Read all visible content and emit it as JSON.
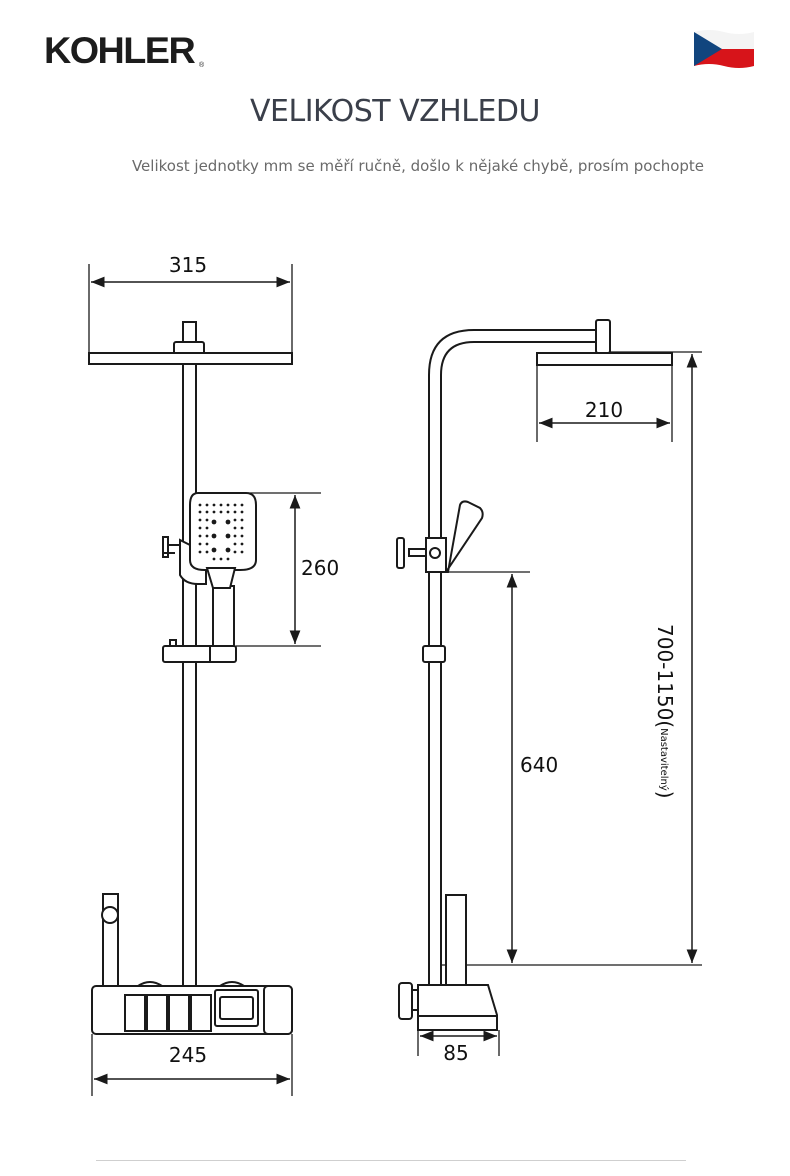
{
  "header": {
    "logo_text": "KOHLER",
    "logo_reg": "®",
    "flag_icon": "czech-flag-icon",
    "title": "VELIKOST VZHLEDU",
    "subtitle": "Velikost jednotky mm se měří ručně, došlo k nějaké chybě, prosím pochopte"
  },
  "dimensions": {
    "front_top_width": "315",
    "hand_shower_height": "260",
    "front_bottom_width": "245",
    "side_head_width": "210",
    "side_lower_height": "640",
    "side_total_height": "700-1150(",
    "side_total_adjustable": "Nastavitelný",
    "side_total_close": ")",
    "side_bottom_depth": "85"
  },
  "colors": {
    "line": "#1a1a1a",
    "flag_white": "#ffffff",
    "flag_red": "#d7141a",
    "flag_blue": "#11457e"
  }
}
